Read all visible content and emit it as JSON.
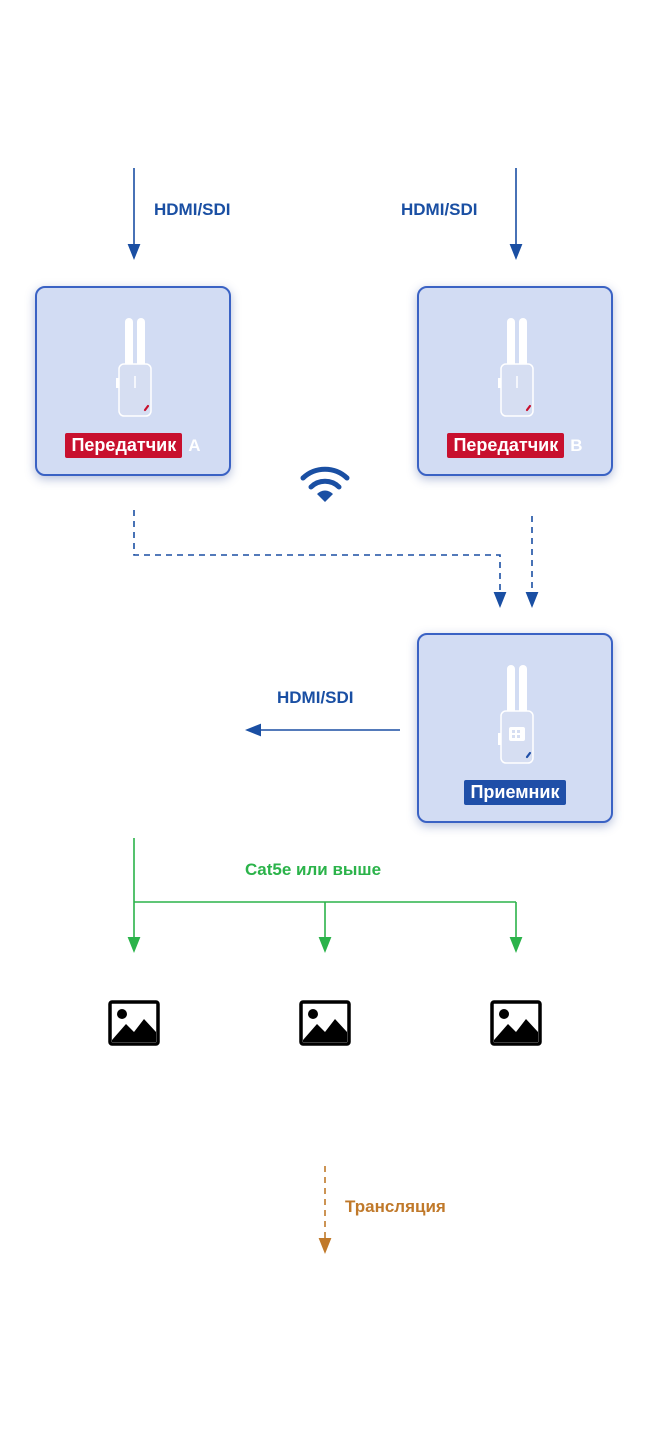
{
  "inputs": {
    "left_label": "HDMI/SDI",
    "right_label": "HDMI/SDI"
  },
  "transmitter_a": {
    "tag": "Передатчик",
    "suffix": "A"
  },
  "transmitter_b": {
    "tag": "Передатчик",
    "suffix": "B"
  },
  "receiver": {
    "tag": "Приемник",
    "output_label": "HDMI/SDI"
  },
  "cable": {
    "label": "Cat5e или выше"
  },
  "legend": {
    "broadcast_label": "Трансляция"
  },
  "colors": {
    "blue": "#1a4fa3",
    "green": "#2bb34a",
    "orange": "#c0792a",
    "red_tag": "#c8102e",
    "box_fill": "#d2dcf3"
  },
  "icons": [
    "wifi-icon",
    "transmitter-device-icon",
    "receiver-device-icon",
    "image-icon"
  ]
}
